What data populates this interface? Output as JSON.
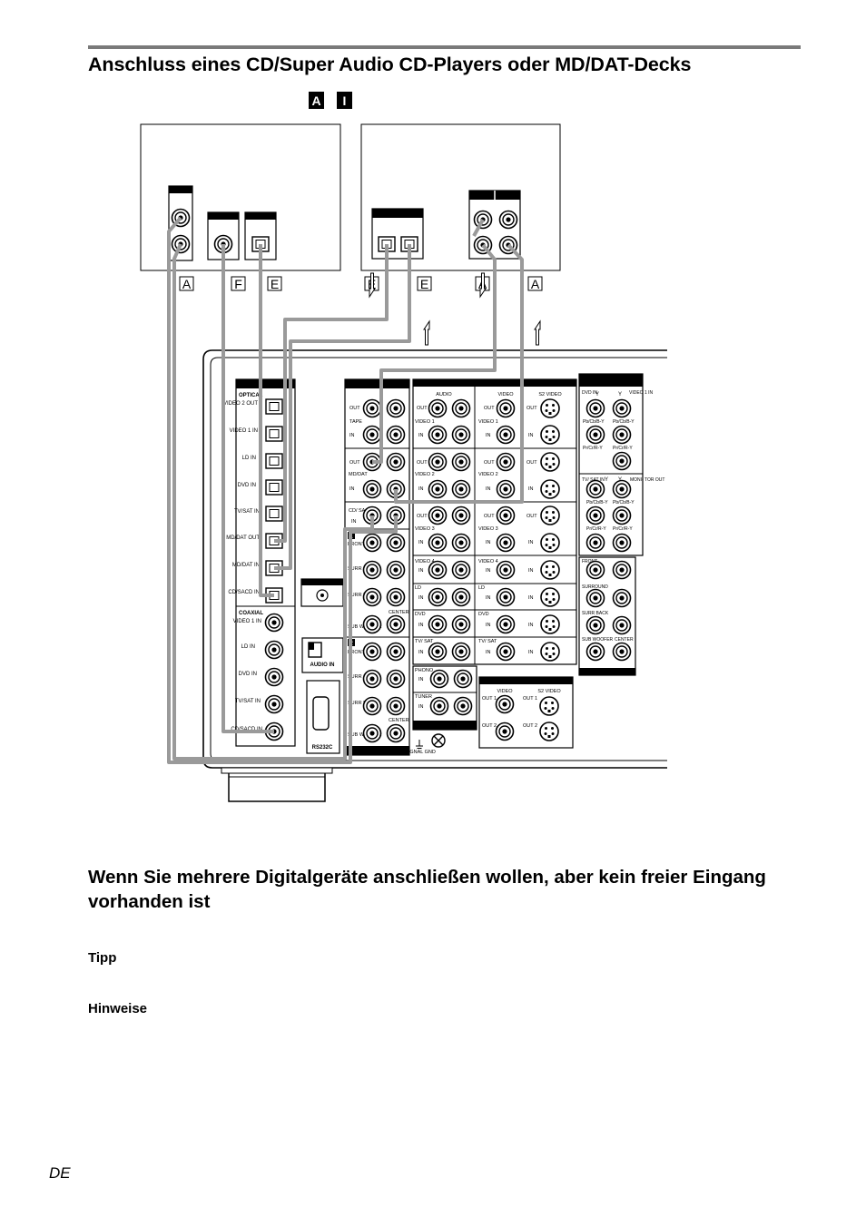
{
  "page": {
    "title": "Anschluss eines CD/Super Audio CD-Players oder MD/DAT-Decks",
    "subtitle": "Wenn Sie mehrere Digitalgeräte anschließen wollen, aber kein freier Eingang vorhanden ist",
    "tip_heading": "Tipp",
    "notes_heading": "Hinweise",
    "language_label": "DE"
  },
  "diagram": {
    "cable_badges": [
      "A",
      "I"
    ],
    "cable_letters": {
      "a": "A",
      "f": "F",
      "e": "E"
    },
    "optical": {
      "title": "OPTICAL",
      "jacks": [
        "VIDEO 2 OUT",
        "VIDEO 1 IN",
        "LD IN",
        "DVD IN",
        "TV/SAT IN",
        "MD/DAT OUT",
        "MD/DAT IN",
        "CD/SACD IN"
      ]
    },
    "coaxial": {
      "title": "COAXIAL",
      "jacks": [
        "VIDEO 1 IN",
        "LD IN",
        "DVD IN",
        "TV/SAT IN",
        "CD/SACD IN"
      ]
    },
    "audio_in_label": "AUDIO IN",
    "rs232c_label": "RS232C",
    "tape_labels": {
      "out": "OUT",
      "tape": "TAPE",
      "in": "IN",
      "md_dat": "MD/DAT",
      "cd_sacd": "CD/ SACD",
      "in2": "IN"
    },
    "multi_labels": {
      "front": "FRONT",
      "surr_sound": "SURR OUND",
      "surr_back": "SURR BACK",
      "center": "CENTER",
      "sub_woofer": "SUB WOOFER",
      "n1": "1",
      "n2": "2"
    },
    "grid_headers": {
      "audio": "AUDIO",
      "video": "VIDEO",
      "s2video": "S2 VIDEO"
    },
    "grid_rows": [
      "VIDEO 1",
      "VIDEO 2",
      "VIDEO 3",
      "VIDEO 4",
      "LD",
      "DVD",
      "TV/ SAT"
    ],
    "grid_misc": {
      "out": "OUT",
      "in": "IN",
      "phono": "PHONO",
      "tuner": "TUNER",
      "signal_gnd": "SIGNAL GND"
    },
    "monitor": {
      "video": "VIDEO",
      "s2video": "S2 VIDEO",
      "out1": "OUT 1",
      "out2": "OUT 2"
    },
    "component": {
      "dvd_in": "DVD IN",
      "y": "Y",
      "video1_in": "VIDEO 1 IN",
      "pb": "Pb/Cb/B-Y",
      "pr": "Pr/Cr/R-Y",
      "tv_sat_in": "TV/ SAT IN",
      "monitor_out": "MONI- TOR OUT"
    },
    "right_col": {
      "front": "FRONT",
      "surround": "SURROUND",
      "surr_back": "SURR BACK",
      "sub_woofer": "SUB WOOFER",
      "center": "CENTER"
    }
  }
}
